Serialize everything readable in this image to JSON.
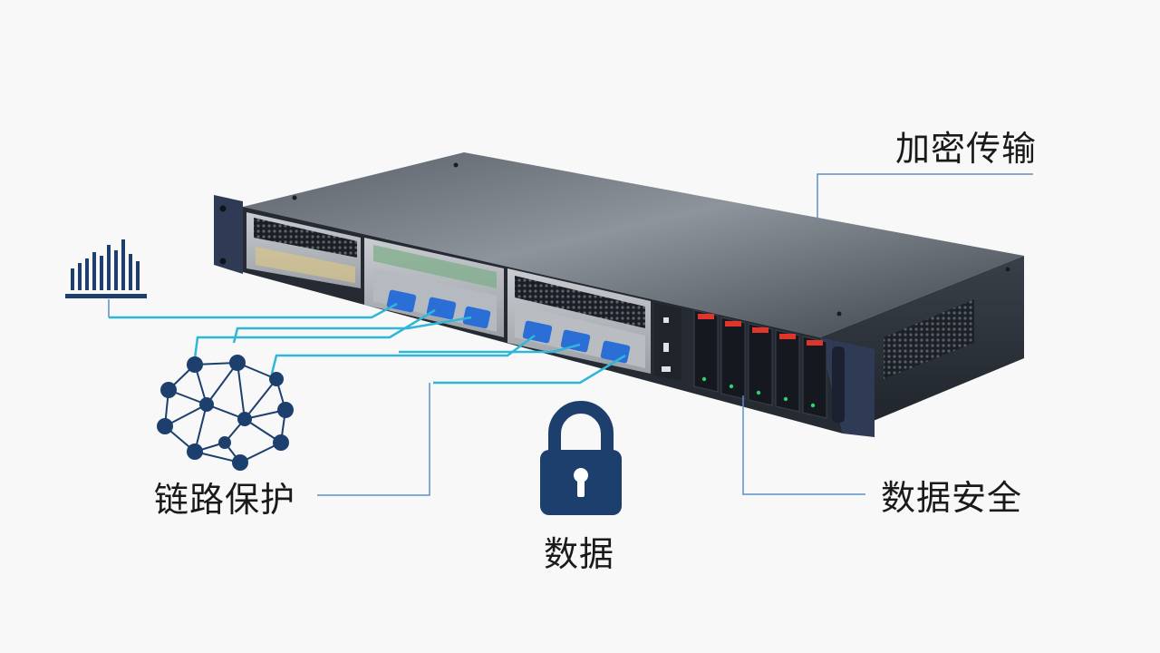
{
  "labels": {
    "encrypted_transmission": "加密传输",
    "link_protection": "链路保护",
    "data": "数据",
    "data_security": "数据安全"
  },
  "icons": {
    "signal": "signal-bars-icon",
    "network": "network-mesh-icon",
    "lock": "padlock-icon"
  },
  "colors": {
    "accent_navy": "#1d3f6e",
    "connector_blue": "#2b6fd6",
    "fiber_cyan": "#2fb6d9",
    "leader_line": "#5b8fc9",
    "chassis_dark": "#2a2f38",
    "drive_led_red": "#e0352b",
    "status_led_green": "#2fd16b"
  }
}
